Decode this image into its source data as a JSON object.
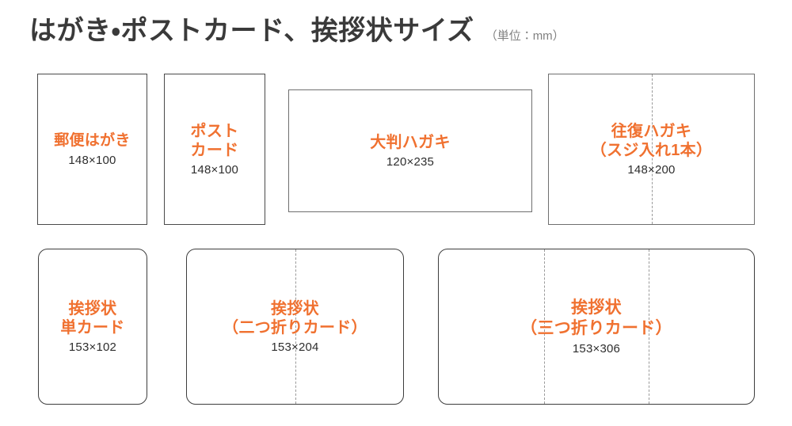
{
  "header": {
    "title": "はがき・ポストカード、挨拶状サイズ",
    "unit_note": "（単位：mm）",
    "title_color": "#3a3a3a",
    "unit_note_color": "#808080"
  },
  "theme": {
    "label_color": "#F07130",
    "dimension_color": "#2e2e2e",
    "card_border_color": "#4a4a4a",
    "fold_line_color": "#9a9a9a",
    "background": "#ffffff"
  },
  "rows": [
    {
      "name": "postcard-row",
      "cards": [
        {
          "id": "yubin-hagaki",
          "label": "郵便はがき",
          "dimensions": "148×100",
          "width_mm": 100,
          "height_mm": 148,
          "corner": "square",
          "folds": 0
        },
        {
          "id": "post-card",
          "label": "ポスト\nカード",
          "dimensions": "148×100",
          "width_mm": 100,
          "height_mm": 148,
          "corner": "square",
          "folds": 0
        },
        {
          "id": "oban-hagaki",
          "label": "大判ハガキ",
          "dimensions": "120×235",
          "width_mm": 235,
          "height_mm": 120,
          "corner": "square",
          "folds": 0
        },
        {
          "id": "ofuku-hagaki",
          "label": "往復ハガキ\n（スジ入れ1本）",
          "dimensions": "148×200",
          "width_mm": 200,
          "height_mm": 148,
          "corner": "square",
          "folds": 1
        }
      ]
    },
    {
      "name": "greeting-card-row",
      "cards": [
        {
          "id": "aisatsujo-tan-card",
          "label": "挨拶状\n単カード",
          "dimensions": "153×102",
          "width_mm": 102,
          "height_mm": 153,
          "corner": "rounded",
          "folds": 0
        },
        {
          "id": "aisatsujo-futatsuori",
          "label": "挨拶状\n（二つ折りカード）",
          "dimensions": "153×204",
          "width_mm": 204,
          "height_mm": 153,
          "corner": "rounded",
          "folds": 1
        },
        {
          "id": "aisatsujo-mitsuori",
          "label": "挨拶状\n（三つ折りカード）",
          "dimensions": "153×306",
          "width_mm": 306,
          "height_mm": 153,
          "corner": "rounded",
          "folds": 2
        }
      ]
    }
  ]
}
